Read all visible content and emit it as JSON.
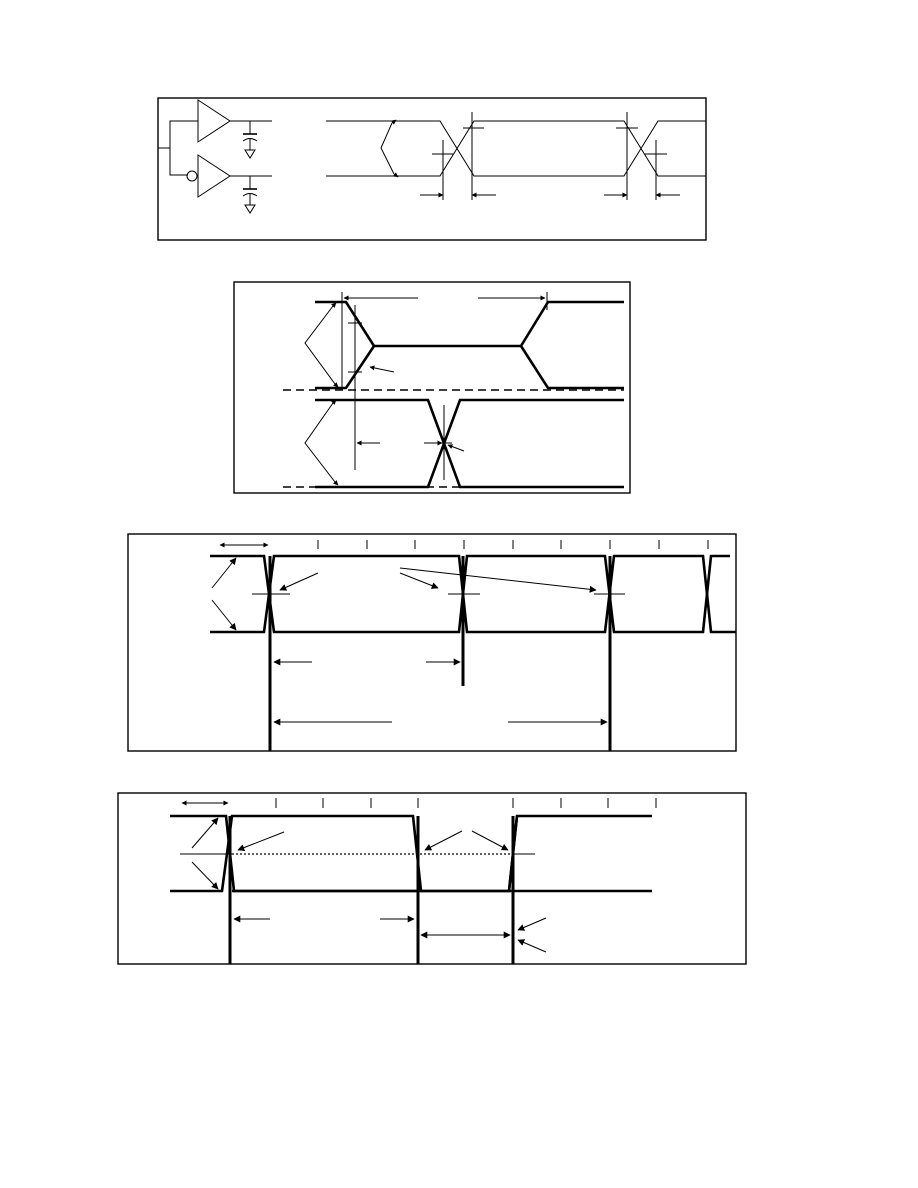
{
  "figures": [
    {
      "id": "fig1",
      "description_visible_text": ""
    },
    {
      "id": "fig2",
      "description_visible_text": ""
    },
    {
      "id": "fig3",
      "description_visible_text": ""
    },
    {
      "id": "fig4",
      "description_visible_text": ""
    }
  ],
  "colors": {
    "ink": "#000000",
    "paper": "#ffffff"
  }
}
